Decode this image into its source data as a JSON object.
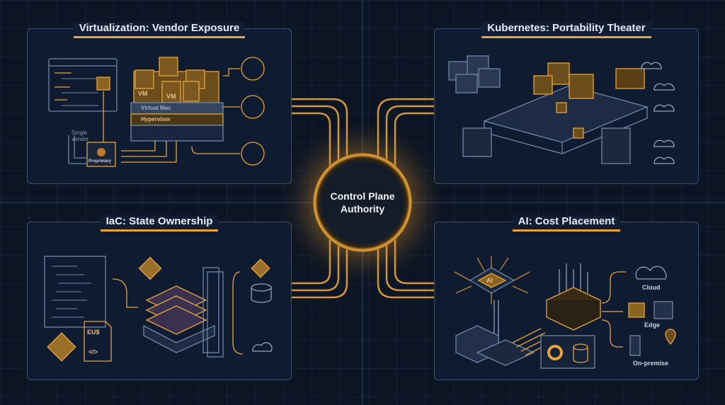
{
  "center": {
    "title": "Control Plane Authority"
  },
  "panels": {
    "virtualization": {
      "title": "Virtualization: Vendor Exposure",
      "single_vendor": "Single vendor",
      "proprietary": "Proprietary",
      "virtual_machine": "Virtual Mac",
      "hypervisor": "Hypervisor",
      "vm": "VM"
    },
    "kubernetes": {
      "title": "Kubernetes: Portability Theater"
    },
    "iac": {
      "title": "IaC: State Ownership",
      "file_label": "EU$",
      "code_icon": "</>"
    },
    "ai": {
      "title": "AI: Cost Placement",
      "chip": "AI",
      "cloud": "Cloud",
      "edge": "Edge",
      "on_premise": "On-premise"
    }
  },
  "colors": {
    "accent": "#e8a33a",
    "background": "#0c1524",
    "panel_border": "#3b4f6e"
  }
}
